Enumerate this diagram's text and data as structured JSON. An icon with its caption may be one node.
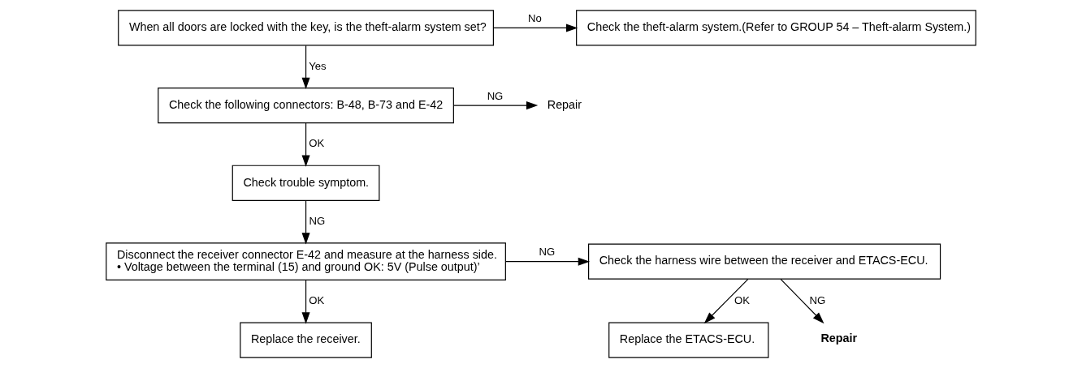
{
  "diagram": {
    "nodes": [
      {
        "text": [
          "When all doors are locked with the key, is the theft-alarm system set?"
        ]
      },
      {
        "text": [
          "Check the theft-alarm system.(Refer to GROUP 54 – Theft-alarm System.)"
        ]
      },
      {
        "text": [
          "Check the following connectors: B-48, B-73 and E-42"
        ]
      },
      {
        "text": [
          "Repair"
        ]
      },
      {
        "text": [
          "Check trouble symptom."
        ]
      },
      {
        "text": [
          "Disconnect the receiver connector E-42 and measure at the harness side.",
          "• Voltage between the terminal (15) and ground OK: 5V (Pulse output)’"
        ]
      },
      {
        "text": [
          "Check the harness wire between the receiver and ETACS-ECU."
        ]
      },
      {
        "text": [
          "Replace the ETACS-ECU."
        ]
      },
      {
        "text": [
          "Repair"
        ]
      },
      {
        "text": [
          "Replace the receiver."
        ]
      }
    ],
    "edges": [
      {
        "from": 0,
        "to": 1,
        "arrow": "to",
        "label": "No"
      },
      {
        "from": 0,
        "to": 2,
        "arrow": "to",
        "label": "Yes"
      },
      {
        "from": 2,
        "to": 3,
        "arrow": "to",
        "label": "NG"
      },
      {
        "from": 2,
        "to": 4,
        "arrow": "to",
        "label": "OK"
      },
      {
        "from": 4,
        "to": 5,
        "arrow": "to",
        "label": "NG"
      },
      {
        "from": 5,
        "to": 6,
        "arrow": "to",
        "label": "NG"
      },
      {
        "from": 5,
        "to": 9,
        "arrow": "to",
        "label": "OK"
      },
      {
        "from": 6,
        "to": 7,
        "arrow": "to",
        "label": "OK"
      },
      {
        "from": 6,
        "to": 8,
        "arrow": "to",
        "label": "NG"
      }
    ]
  }
}
